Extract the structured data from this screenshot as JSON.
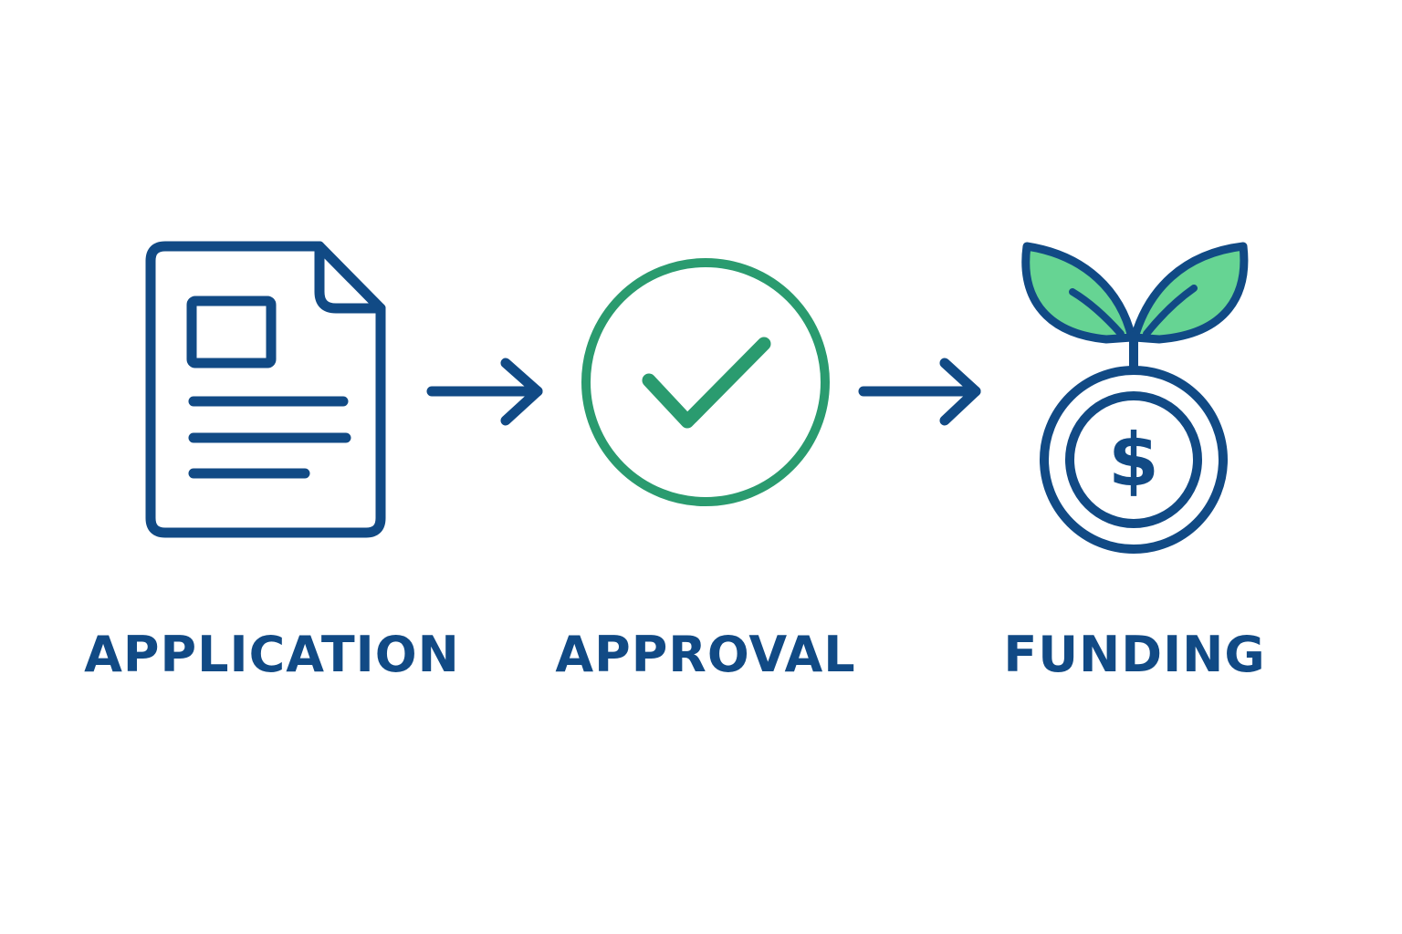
{
  "colors": {
    "navy": "#114a85",
    "green": "#2a9b6f",
    "leaf": "#66d493",
    "background": "#ffffff"
  },
  "steps": [
    {
      "id": "application",
      "label": "APPLICATION",
      "icon": "document-icon"
    },
    {
      "id": "approval",
      "label": "APPROVAL",
      "icon": "checkmark-circle-icon"
    },
    {
      "id": "funding",
      "label": "FUNDING",
      "icon": "coin-sprout-icon"
    }
  ],
  "connectors": [
    {
      "from": "application",
      "to": "approval",
      "icon": "arrow-right-icon"
    },
    {
      "from": "approval",
      "to": "funding",
      "icon": "arrow-right-icon"
    }
  ],
  "funding_coin": {
    "symbol": "$"
  }
}
